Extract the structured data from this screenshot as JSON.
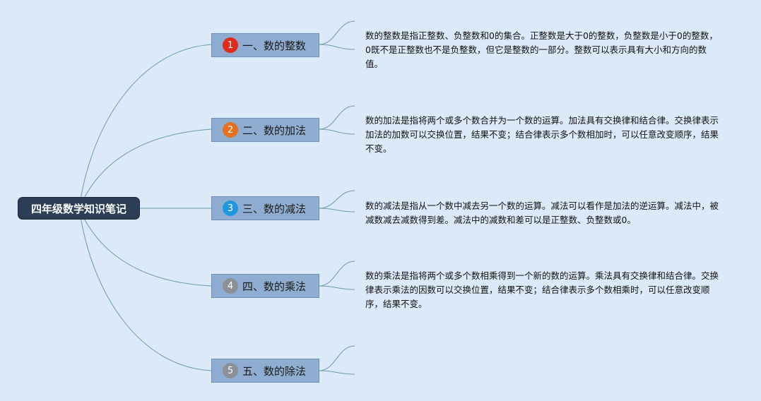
{
  "mindmap": {
    "root": "四年级数学知识笔记",
    "colors": {
      "background": "#dbe9f8",
      "root_fill": "#2c3e55",
      "branch_fill": "#8fadd1",
      "connector": "#6d9aa8"
    },
    "branches": [
      {
        "marker": "1",
        "marker_color": "#e02a1c",
        "label": "一、数的整数",
        "note": "数的整数是指正整数、负整数和0的集合。正整数是大于0的整数，负整数是小于0的整数，0既不是正整数也不是负整数，但它是整数的一部分。整数可以表示具有大小和方向的数值。"
      },
      {
        "marker": "2",
        "marker_color": "#e6701d",
        "label": "二、数的加法",
        "note": "数的加法是指将两个或多个数合并为一个数的运算。加法具有交换律和结合律。交换律表示加法的加数可以交换位置，结果不变；结合律表示多个数相加时，可以任意改变顺序，结果不变。"
      },
      {
        "marker": "3",
        "marker_color": "#1f96e0",
        "label": "三、数的减法",
        "note": "数的减法是指从一个数中减去另一个数的运算。减法可以看作是加法的逆运算。减法中，被减数减去减数得到差。减法中的减数和差可以是正整数、负整数或0。"
      },
      {
        "marker": "4",
        "marker_color": "#8b9096",
        "label": "四、数的乘法",
        "note": "数的乘法是指将两个或多个数相乘得到一个新的数的运算。乘法具有交换律和结合律。交换律表示乘法的因数可以交换位置，结果不变；结合律表示多个数相乘时，可以任意改变顺序，结果不变。"
      },
      {
        "marker": "5",
        "marker_color": "#8b9096",
        "label": "五、数的除法",
        "note": ""
      }
    ]
  }
}
